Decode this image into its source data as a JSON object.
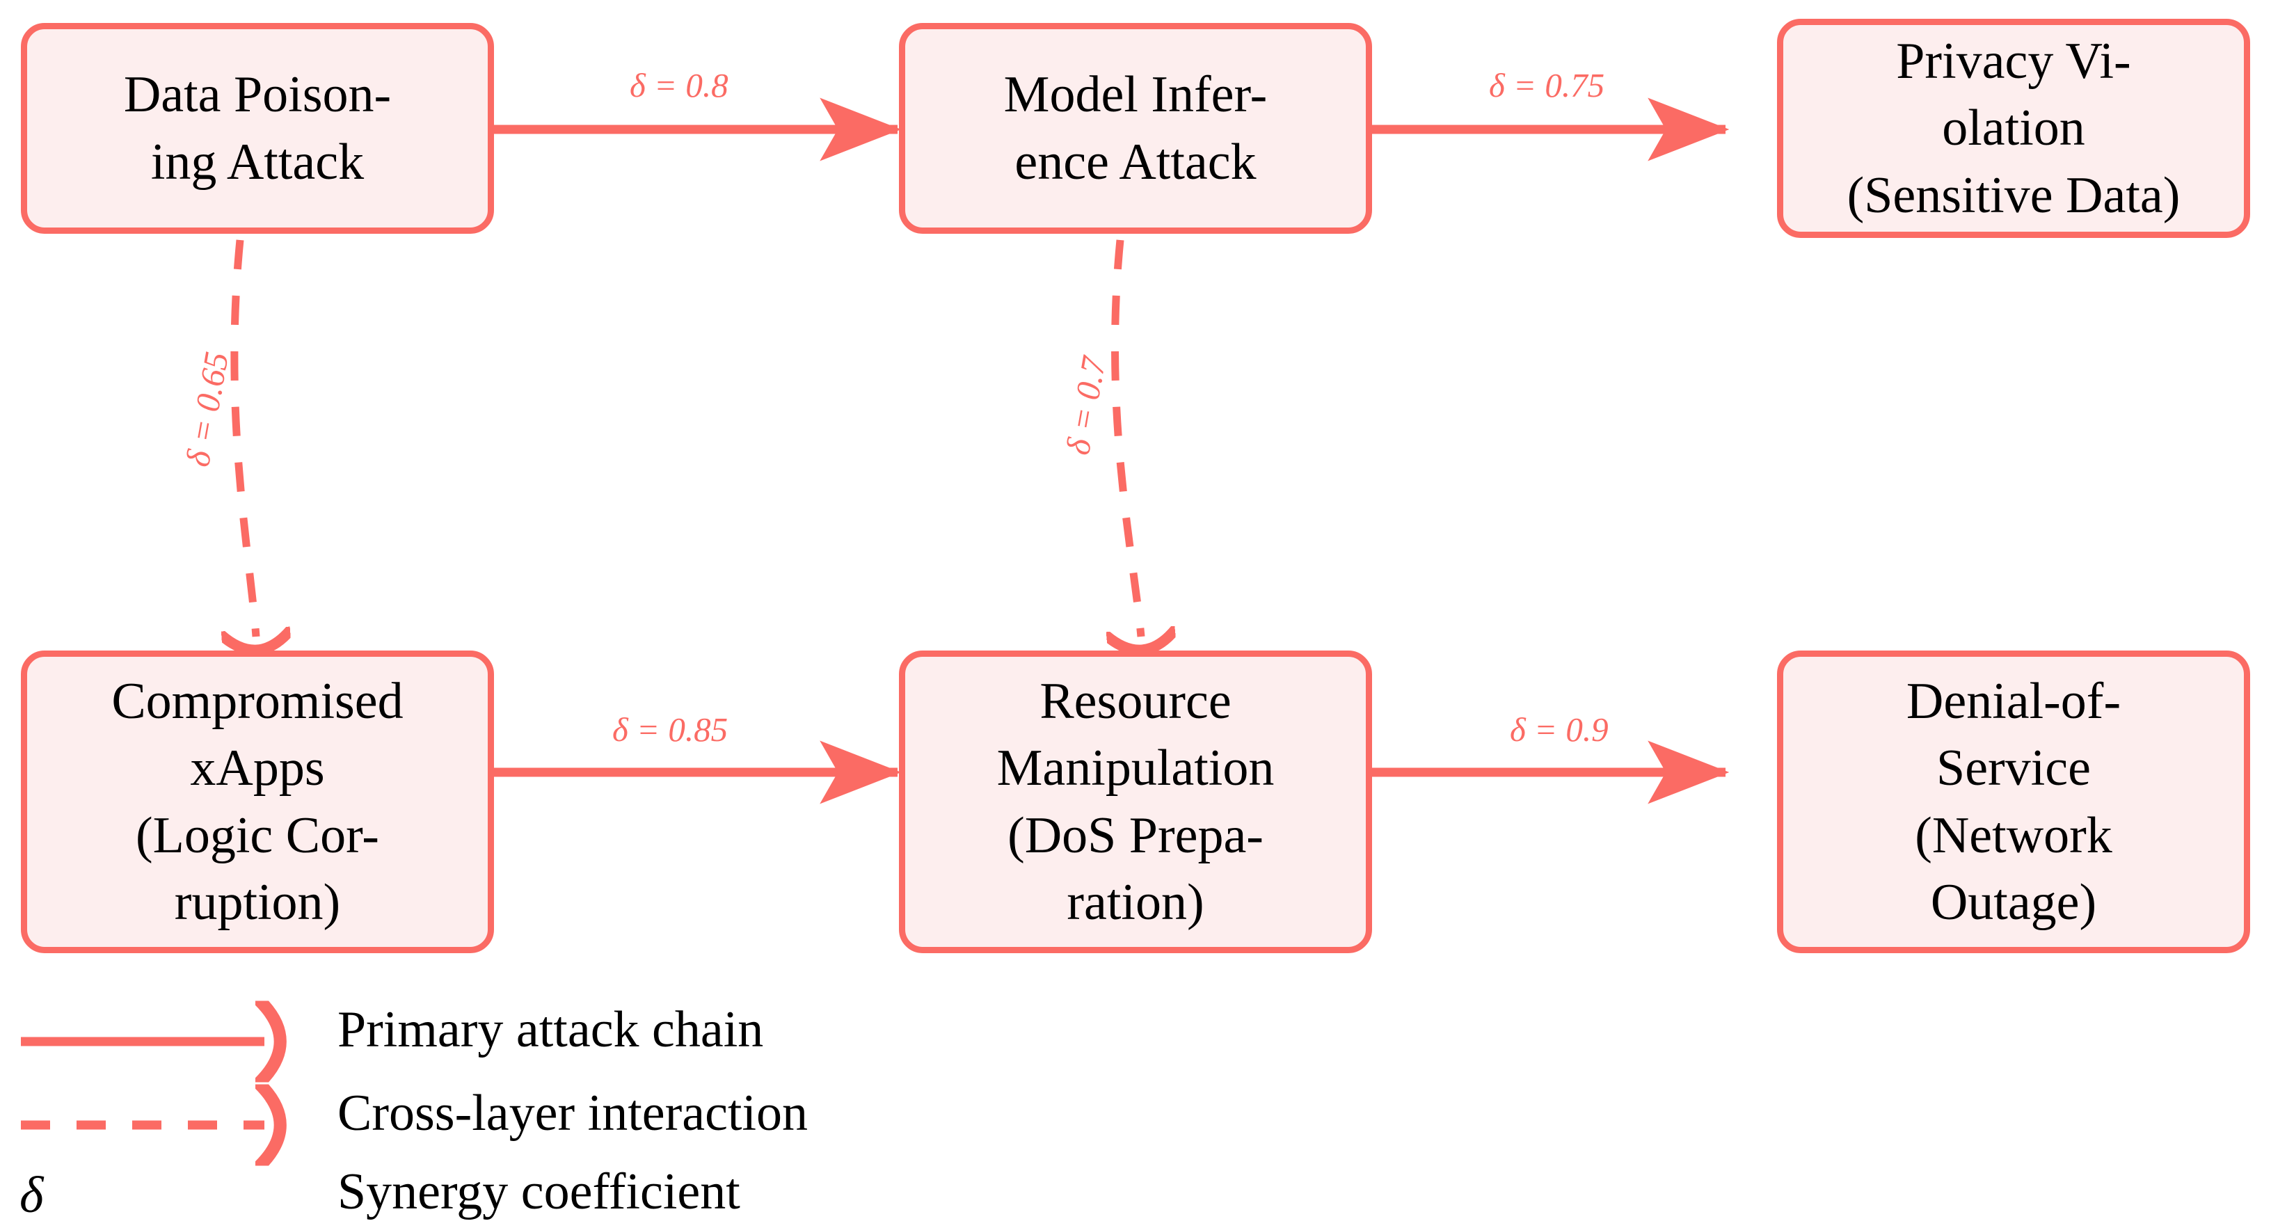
{
  "diagram": {
    "title": "Attack chain synergy diagram",
    "colors": {
      "edge": "#fb6b64",
      "node_border": "#fb6b64",
      "node_fill": "#fdeeee",
      "text": "#000000",
      "background": "#ffffff"
    },
    "nodes": [
      {
        "id": "data-poisoning-attack",
        "label": "Data Poison-\ning Attack",
        "row": "top",
        "col": 1
      },
      {
        "id": "model-inference-attack",
        "label": "Model Infer-\nence Attack",
        "row": "top",
        "col": 2
      },
      {
        "id": "privacy-violation",
        "label": "Privacy Vi-\nolation\n(Sensitive Data)",
        "row": "top",
        "col": 3
      },
      {
        "id": "compromised-xapps",
        "label": "Compromised\nxApps\n(Logic Cor-\nruption)",
        "row": "bottom",
        "col": 1
      },
      {
        "id": "resource-manipulation",
        "label": "Resource\nManipulation\n(DoS Prepa-\nration)",
        "row": "bottom",
        "col": 2
      },
      {
        "id": "denial-of-service",
        "label": "Denial-of-\nService\n(Network\nOutage)",
        "row": "bottom",
        "col": 3
      }
    ],
    "edges": [
      {
        "id": "e1",
        "from": "data-poisoning-attack",
        "to": "model-inference-attack",
        "style": "solid",
        "symbol": "δ",
        "eq": "=",
        "value": "0.8",
        "label": "δ = 0.8"
      },
      {
        "id": "e2",
        "from": "model-inference-attack",
        "to": "privacy-violation",
        "style": "solid",
        "symbol": "δ",
        "eq": "=",
        "value": "0.75",
        "label": "δ = 0.75"
      },
      {
        "id": "e3",
        "from": "compromised-xapps",
        "to": "resource-manipulation",
        "style": "solid",
        "symbol": "δ",
        "eq": "=",
        "value": "0.85",
        "label": "δ = 0.85"
      },
      {
        "id": "e4",
        "from": "resource-manipulation",
        "to": "denial-of-service",
        "style": "solid",
        "symbol": "δ",
        "eq": "=",
        "value": "0.9",
        "label": "δ = 0.9"
      },
      {
        "id": "e5",
        "from": "data-poisoning-attack",
        "to": "compromised-xapps",
        "style": "dashed",
        "symbol": "δ",
        "eq": "=",
        "value": "0.65",
        "label": "δ = 0.65"
      },
      {
        "id": "e6",
        "from": "model-inference-attack",
        "to": "resource-manipulation",
        "style": "dashed",
        "symbol": "δ",
        "eq": "=",
        "value": "0.7",
        "label": "δ = 0.7"
      }
    ],
    "legend": {
      "items": [
        {
          "id": "primary-attack-chain",
          "marker": "solid-arrow",
          "label": "Primary attack chain"
        },
        {
          "id": "cross-layer-interaction",
          "marker": "dashed-arrow",
          "label": "Cross-layer interaction"
        },
        {
          "id": "synergy-coefficient",
          "marker": "delta-symbol",
          "symbol": "δ",
          "label": "Synergy coefficient"
        }
      ]
    }
  }
}
